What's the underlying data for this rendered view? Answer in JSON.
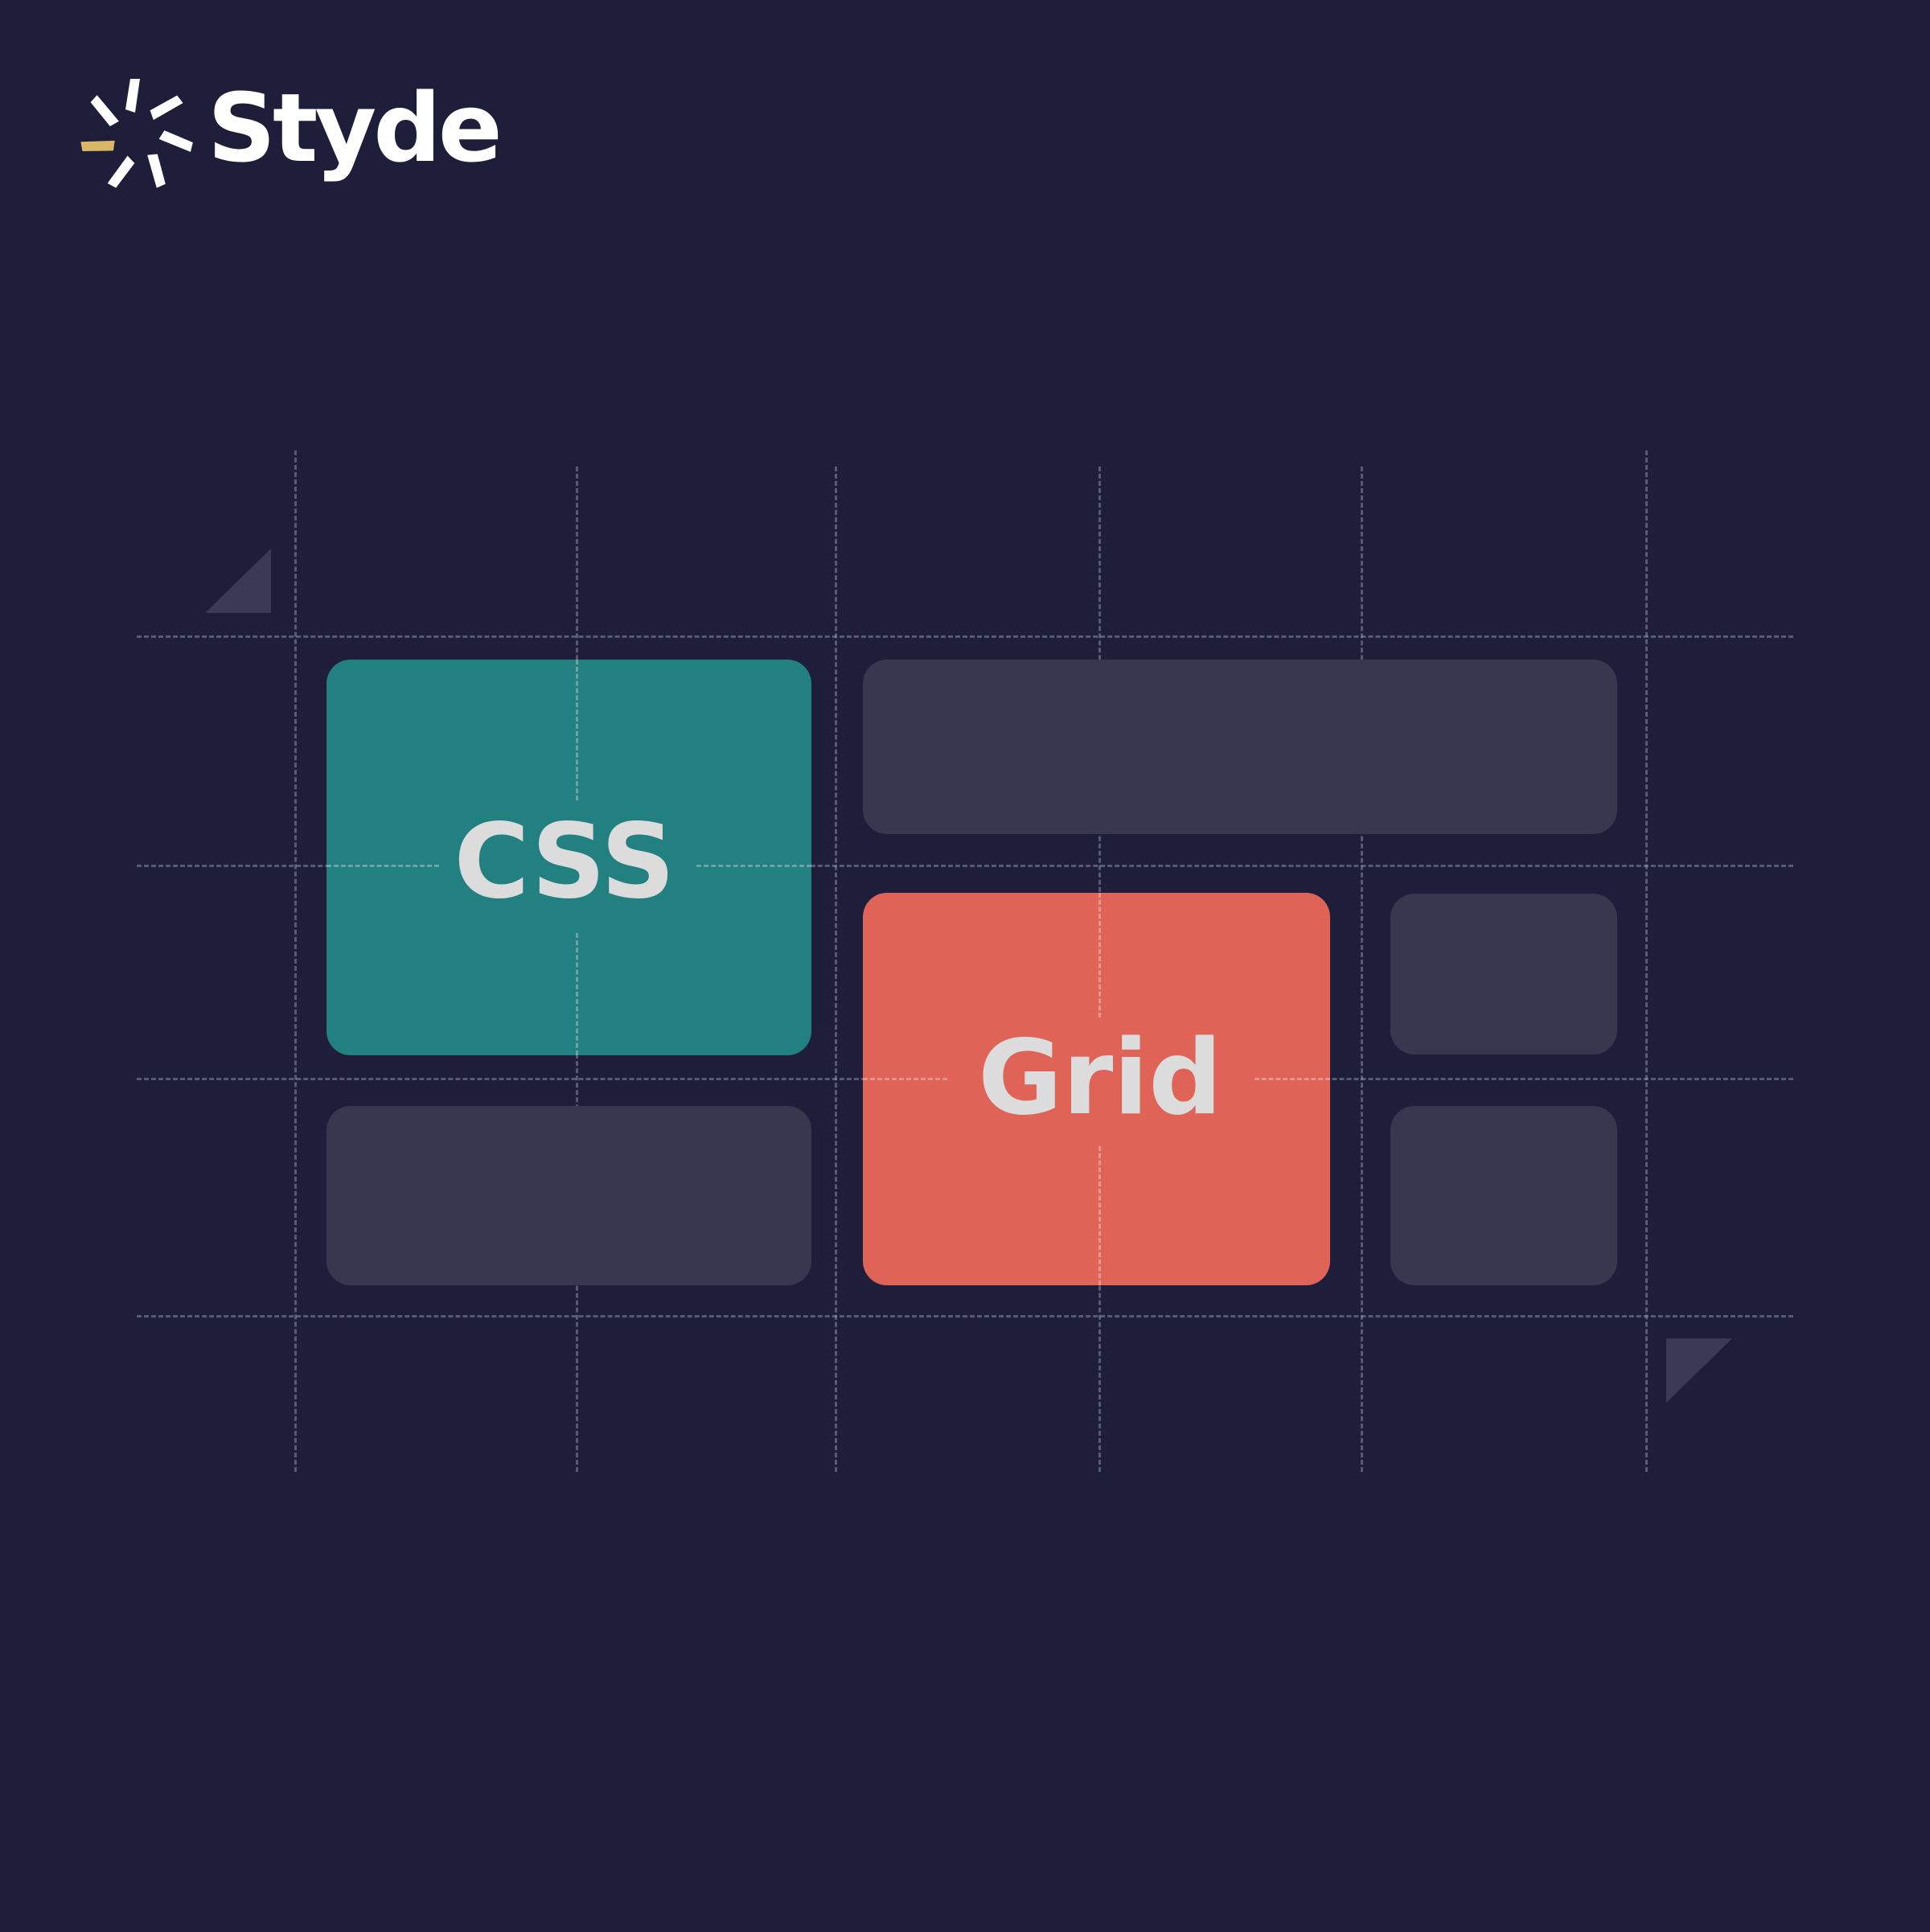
{
  "brand": {
    "name": "Styde",
    "accent_color": "#d9b767",
    "mark_color": "#ffffff"
  },
  "colors": {
    "background": "#1e1e3a",
    "muted_cell": "#37374f",
    "teal": "#238080",
    "coral": "#e06358",
    "label_text": "#dcdcdc"
  },
  "cells": {
    "teal_label": "CSS",
    "coral_label": "Grid"
  },
  "icons": {
    "logo_mark": "starburst-logo-icon",
    "corner_top_left": "corner-triangle-icon",
    "corner_bottom_right": "corner-triangle-icon"
  }
}
